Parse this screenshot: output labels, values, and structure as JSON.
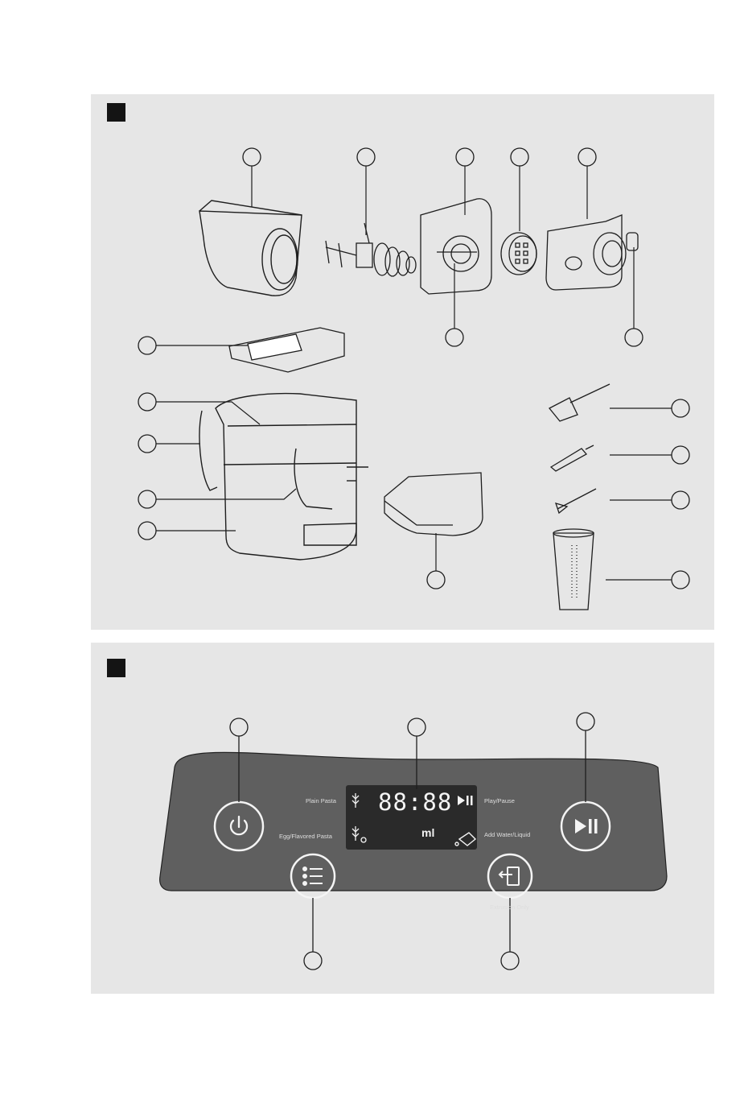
{
  "figure1": {
    "marker": "filled-square"
  },
  "figure2": {
    "marker": "filled-square",
    "control_panel": {
      "display_digits": "88:88",
      "display_unit": "ml",
      "labels": {
        "plain_pasta": "Plain Pasta",
        "egg_flavored_pasta": "Egg/Flavored Pasta",
        "play_pause": "Play/Pause",
        "add_water_liquid": "Add Water/Liquid",
        "extrusion_only": "Extrusion Only"
      },
      "icons": [
        "power-icon",
        "menu-list-icon",
        "play-pause-icon",
        "extrusion-icon",
        "wheat-icon",
        "water-jug-icon"
      ],
      "colors": {
        "panel": "#5f5f5f",
        "display": "#2a2a2a",
        "text": "#f4f4f4"
      }
    }
  }
}
